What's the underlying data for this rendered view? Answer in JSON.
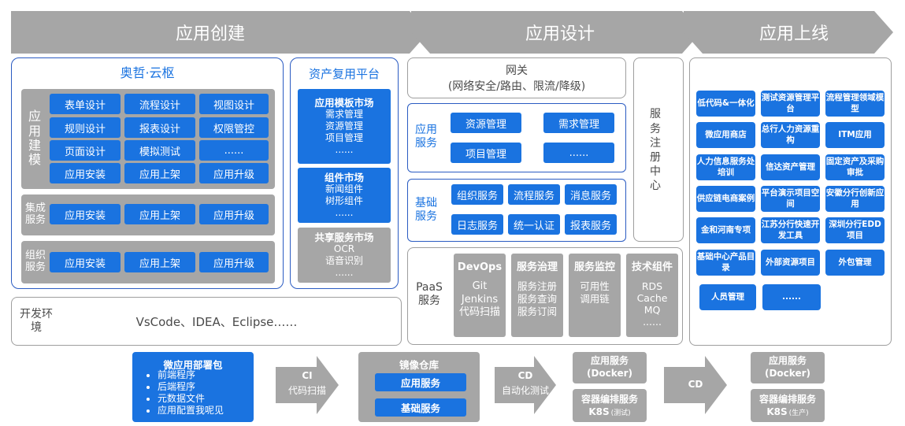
{
  "phases": [
    "应用创建",
    "应用设计",
    "应用上线"
  ],
  "aozhe": {
    "title": "奥哲·云枢",
    "modeling_label": "应用建模",
    "modeling_grid": [
      [
        "表单设计",
        "流程设计",
        "视图设计"
      ],
      [
        "规则设计",
        "报表设计",
        "权限管控"
      ],
      [
        "页面设计",
        "模拟测试",
        "......"
      ],
      [
        "应用安装",
        "应用上架",
        "应用升级"
      ]
    ],
    "integration_label": "集成服务",
    "integration_items": [
      "应用安装",
      "应用上架",
      "应用升级"
    ],
    "org_label": "组织服务",
    "org_items": [
      "应用安装",
      "应用上架",
      "应用升级"
    ]
  },
  "asset_platform": {
    "title": "资产复用平台",
    "template_market": {
      "header": "应用模板市场",
      "items": [
        "需求管理",
        "资源管理",
        "项目管理",
        "......"
      ]
    },
    "component_market": {
      "header": "组件市场",
      "items": [
        "新闻组件",
        "树形组件",
        "......"
      ]
    },
    "shared_market": {
      "header": "共享服务市场",
      "items": [
        "OCR",
        "语音识别",
        "......"
      ]
    }
  },
  "gateway": {
    "title": "网关",
    "subtitle": "(网络安全/路由、限流/降级)"
  },
  "registry": {
    "label": "服务注册中心"
  },
  "app_services": {
    "label": "应用服务",
    "items": [
      "资源管理",
      "需求管理",
      "项目管理",
      "......"
    ]
  },
  "base_services": {
    "label": "基础服务",
    "items": [
      "组织服务",
      "流程服务",
      "消息服务",
      "日志服务",
      "统一认证",
      "报表服务"
    ]
  },
  "paas": {
    "label": "PaaS服务",
    "columns": [
      {
        "header": "DevOps",
        "items": [
          "Git",
          "Jenkins",
          "代码扫描"
        ]
      },
      {
        "header": "服务治理",
        "items": [
          "服务注册",
          "服务查询",
          "服务订阅"
        ]
      },
      {
        "header": "服务监控",
        "items": [
          "可用性",
          "调用链"
        ]
      },
      {
        "header": "技术组件",
        "items": [
          "RDS",
          "Cache",
          "MQ",
          "......"
        ]
      }
    ]
  },
  "dev_env": {
    "label": "开发环境",
    "tools": "VsCode、IDEA、Eclipse……"
  },
  "online_apps": [
    "低代码&一体化",
    "测试资源管理平台",
    "流程管理领域模型",
    "微应用商店",
    "总行人力资源重构",
    "ITM应用",
    "人力信息服务处培训",
    "信达资产管理",
    "固定资产及采购审批",
    "供应链电商案例",
    "平台演示项目空间",
    "安徽分行创新应用",
    "金和河南专项",
    "江苏分行快速开发工具",
    "深圳分行EDD项目",
    "基础中心产品目录",
    "外部资源项目",
    "外包管理",
    "人员管理",
    "......"
  ],
  "pipeline": {
    "package": {
      "title": "微应用部署包",
      "items": [
        "前端程序",
        "后端程序",
        "元数据文件",
        "应用配置我呢见"
      ]
    },
    "ci": {
      "title": "CI",
      "subtitle": "代码扫描"
    },
    "registry": {
      "title": "镜像仓库",
      "items": [
        "应用服务",
        "基础服务"
      ]
    },
    "cd1": {
      "title": "CD",
      "subtitle": "自动化测试"
    },
    "test_env": {
      "service": "应用服务\n(Docker)",
      "k8s": "容器编排服务",
      "k8s_tag": "K8S",
      "k8s_env": "(测试)"
    },
    "cd2": {
      "title": "CD"
    },
    "prod_env": {
      "service": "应用服务\n(Docker)",
      "k8s": "容器编排服务",
      "k8s_tag": "K8S",
      "k8s_env": "(生产)"
    }
  },
  "colors": {
    "blue": "#1a73e0",
    "gray": "#a6a6a6",
    "border_blue": "#2a5bc2"
  }
}
